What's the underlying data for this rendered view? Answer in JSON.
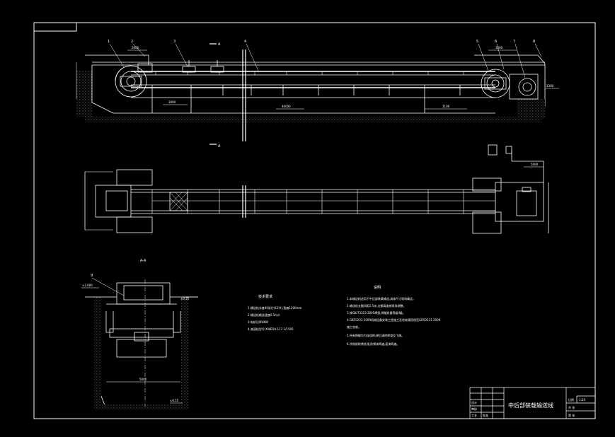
{
  "drawing": {
    "title": "中后部装载输送线",
    "section_label": "A-A",
    "cut_marker_top": "A",
    "cut_marker_bottom": "A",
    "balloons": [
      "1",
      "2",
      "3",
      "4",
      "5",
      "6",
      "7",
      "8"
    ],
    "section_balloon": "9",
    "dims": {
      "top_left": "2000",
      "top_right": "1000",
      "inner_span": "3000",
      "long_span": "40000",
      "right_gap": "1100",
      "end_right": "2300",
      "plan_right": "5000",
      "section_left": "±2.000",
      "section_right": "±0.35",
      "section_width": "5000",
      "section_bottom": "±0.55"
    },
    "tech_req_left": {
      "heading": "技术要求",
      "lines": [
        "1.输送机长度40米(共12节),宽度1200mm",
        "2.输送机输送速度0.5m/s",
        "3.电机功率4KW",
        "4.减速机型号:XWED4-117-1/1505"
      ]
    },
    "tech_req_right": {
      "heading": "说明",
      "lines": [
        "1.本输送机适用于中后部装载输送,具体尺寸现场确定。",
        "2.输送机支腿间距2.5米,支腿高度按现场调整。",
        "3.按GB/T3323-2005焊接,焊缝质量等级II级。",
        "4.GB50231-2009机械设备安装工程施工及验收通用规范GB50231-2009",
        "施工验收。",
        "5.所有焊缝均为连续焊,焊后清除焊渣及飞溅。",
        "6.涂装前除锈处理,防锈漆两遍,面漆两遍。"
      ]
    },
    "title_block": {
      "scale_label": "比例",
      "scale": "1:20",
      "material_label": "共 张",
      "sheet_label": "第 张",
      "rows": [
        "设计",
        "审核",
        "工艺",
        "批准"
      ]
    }
  }
}
